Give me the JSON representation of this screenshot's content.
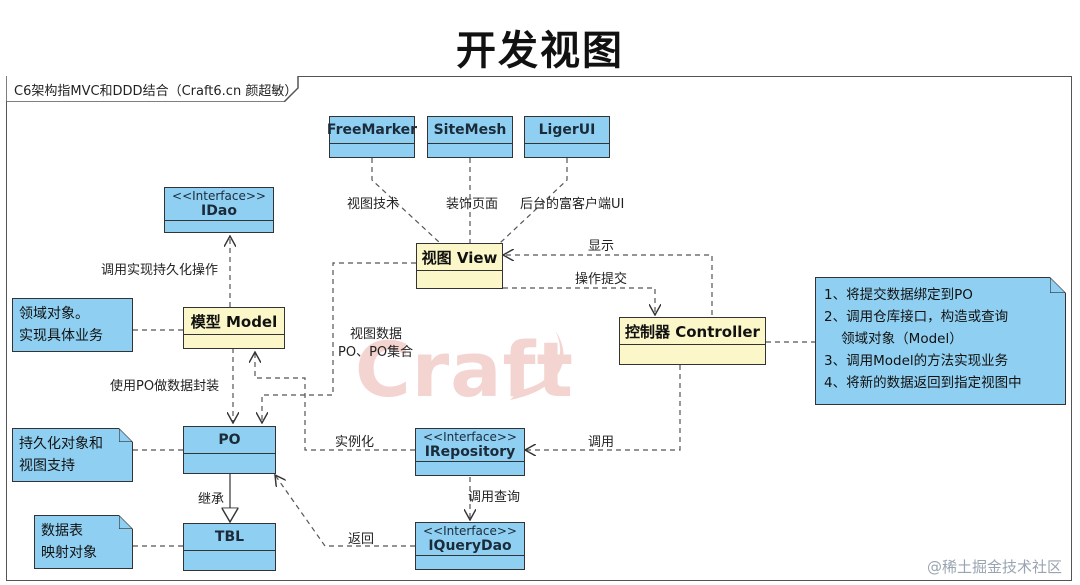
{
  "title": "开发视图",
  "frame_label": "C6架构指MVC和DDD结合（Craft6.cn 颜超敏）",
  "watermark_text": "Craft",
  "source_mark": "@稀土掘金技术社区",
  "colors": {
    "box_fill": "#8fd0f2",
    "central_fill": "#fbf7c8",
    "watermark": "#f3d4d0"
  },
  "boxes": {
    "freemarker": {
      "name": "FreeMarker"
    },
    "sitemesh": {
      "name": "SiteMesh"
    },
    "ligerui": {
      "name": "LigerUI"
    },
    "idao": {
      "stereotype": "<<Interface>>",
      "name": "IDao"
    },
    "view": {
      "name": "视图 View"
    },
    "model": {
      "name": "模型 Model"
    },
    "controller": {
      "name": "控制器 Controller"
    },
    "po": {
      "name": "PO"
    },
    "tbl": {
      "name": "TBL"
    },
    "irepository": {
      "stereotype": "<<Interface>>",
      "name": "IRepository"
    },
    "iquerydao": {
      "stereotype": "<<Interface>>",
      "name": "IQueryDao"
    }
  },
  "notes": {
    "domain": [
      "领域对象。",
      "实现具体业务"
    ],
    "persist": [
      "持久化对象和",
      "视图支持"
    ],
    "table": [
      "数据表",
      "映射对象"
    ],
    "controller": [
      "1、将提交数据绑定到PO",
      "2、调用仓库接口，构造或查询",
      "    领域对象（Model）",
      "3、调用Model的方法实现业务",
      "4、将新的数据返回到指定视图中"
    ]
  },
  "labels": {
    "view_tech": "视图技术",
    "decorate_page": "装饰页面",
    "backend_ui": "后台的富客户端UI",
    "display": "显示",
    "submit": "操作提交",
    "call_persist": "调用实现持久化操作",
    "view_data_1": "视图数据",
    "view_data_2": "PO、PO集合",
    "encapsulate": "使用PO做数据封装",
    "instantiate": "实例化",
    "call": "调用",
    "inherit": "继承",
    "query_call": "调用查询",
    "return": "返回"
  }
}
